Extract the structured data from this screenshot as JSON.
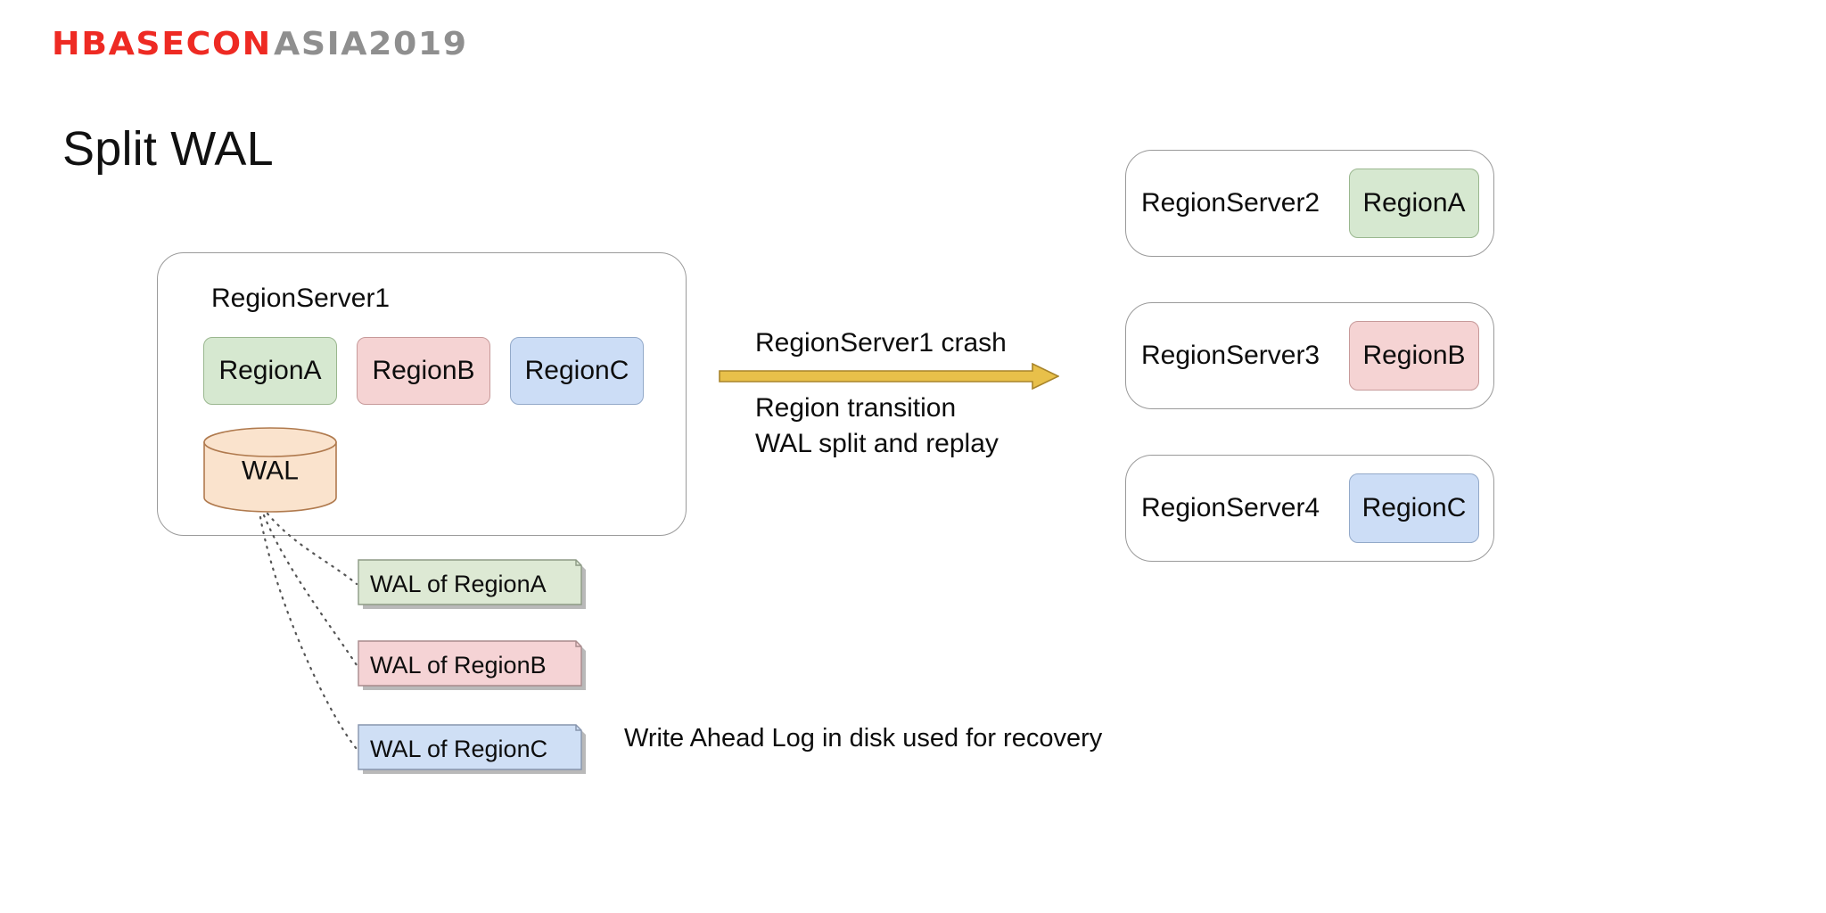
{
  "brand": {
    "primary": "HBASECON",
    "secondary": "ASIA2019",
    "primary_color": "#ee2a23",
    "secondary_color": "#8f8f8f"
  },
  "slide": {
    "title": "Split WAL"
  },
  "source_server": {
    "label": "RegionServer1",
    "regions": [
      {
        "label": "RegionA",
        "color": "#d6e8d0",
        "theme": "green"
      },
      {
        "label": "RegionB",
        "color": "#f5d3d3",
        "theme": "red"
      },
      {
        "label": "RegionC",
        "color": "#ccddf6",
        "theme": "blue"
      }
    ],
    "wal": {
      "label": "WAL",
      "fill": "#fae3cd",
      "stroke": "#b07a4e"
    }
  },
  "transition": {
    "top_text": "RegionServer1 crash",
    "bottom_text": "Region transition\nWAL split and replay",
    "arrow_fill": "#e8c04a",
    "arrow_stroke": "#a8842a"
  },
  "target_servers": [
    {
      "label": "RegionServer2",
      "region": "RegionA",
      "theme": "green"
    },
    {
      "label": "RegionServer3",
      "region": "RegionB",
      "theme": "red"
    },
    {
      "label": "RegionServer4",
      "region": "RegionC",
      "theme": "blue"
    }
  ],
  "wal_files": [
    {
      "label": "WAL of RegionA",
      "fill": "#dde9d4",
      "stroke": "#8d9a85",
      "theme": "green"
    },
    {
      "label": "WAL of RegionB",
      "fill": "#f5d3d5",
      "stroke": "#a88a8c",
      "theme": "red"
    },
    {
      "label": "WAL of RegionC",
      "fill": "#cfdff5",
      "stroke": "#8795ad",
      "theme": "blue"
    }
  ],
  "wal_caption": "Write Ahead Log in disk used for recovery"
}
